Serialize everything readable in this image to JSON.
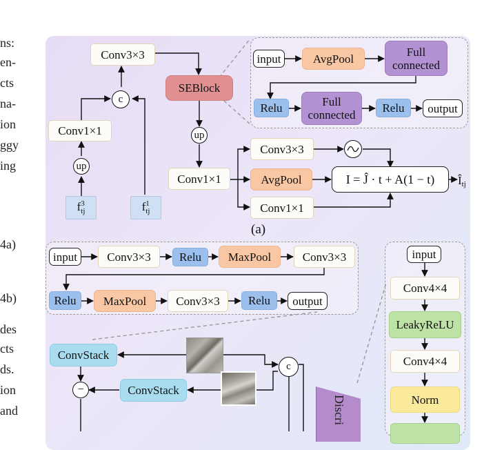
{
  "side_text": [
    "ns:",
    "en-",
    "cts",
    "na-",
    "ion",
    "ggy",
    "ing",
    "4a)",
    "4b)",
    "des",
    "cts",
    "ds.",
    "ion",
    "and"
  ],
  "diagram_a": {
    "conv3x3_top": "Conv3×3",
    "concat": "c",
    "seblock": "SEBlock",
    "conv1x1_left": "Conv1×1",
    "up_left": "up",
    "up_mid": "up",
    "f3_base": "f",
    "f3_sup": "3",
    "f3_sub": "tj",
    "f1_base": "f",
    "f1_sup": "1",
    "f1_sub": "tj",
    "conv1x1_mid": "Conv1×1",
    "branch_conv3x3": "Conv3×3",
    "branch_avgpool": "AvgPool",
    "branch_conv1x1": "Conv1×1",
    "formula": "I = Ĵ · t + A(1 − t)",
    "output_base": "Î",
    "output_sub": "tj",
    "caption": "(a)"
  },
  "se_detail": {
    "input": "input",
    "avgpool": "AvgPool",
    "fc1": "Full connected",
    "relu1": "Relu",
    "fc2": "Full connected",
    "relu2": "Relu",
    "output": "output"
  },
  "convstack_detail": {
    "input": "input",
    "conv1": "Conv3×3",
    "relu1": "Relu",
    "maxpool1": "MaxPool",
    "conv2": "Conv3×3",
    "relu2": "Relu",
    "maxpool2": "MaxPool",
    "conv3": "Conv3×3",
    "relu3": "Relu",
    "output": "output"
  },
  "bottom": {
    "convstack1": "ConvStack",
    "convstack2": "ConvStack",
    "minus": "−",
    "concat": "c",
    "discriminator": "Discri"
  },
  "disc_detail": {
    "input": "input",
    "conv1": "Conv4×4",
    "leaky": "LeakyReLU",
    "conv2": "Conv4×4",
    "norm": "Norm"
  }
}
